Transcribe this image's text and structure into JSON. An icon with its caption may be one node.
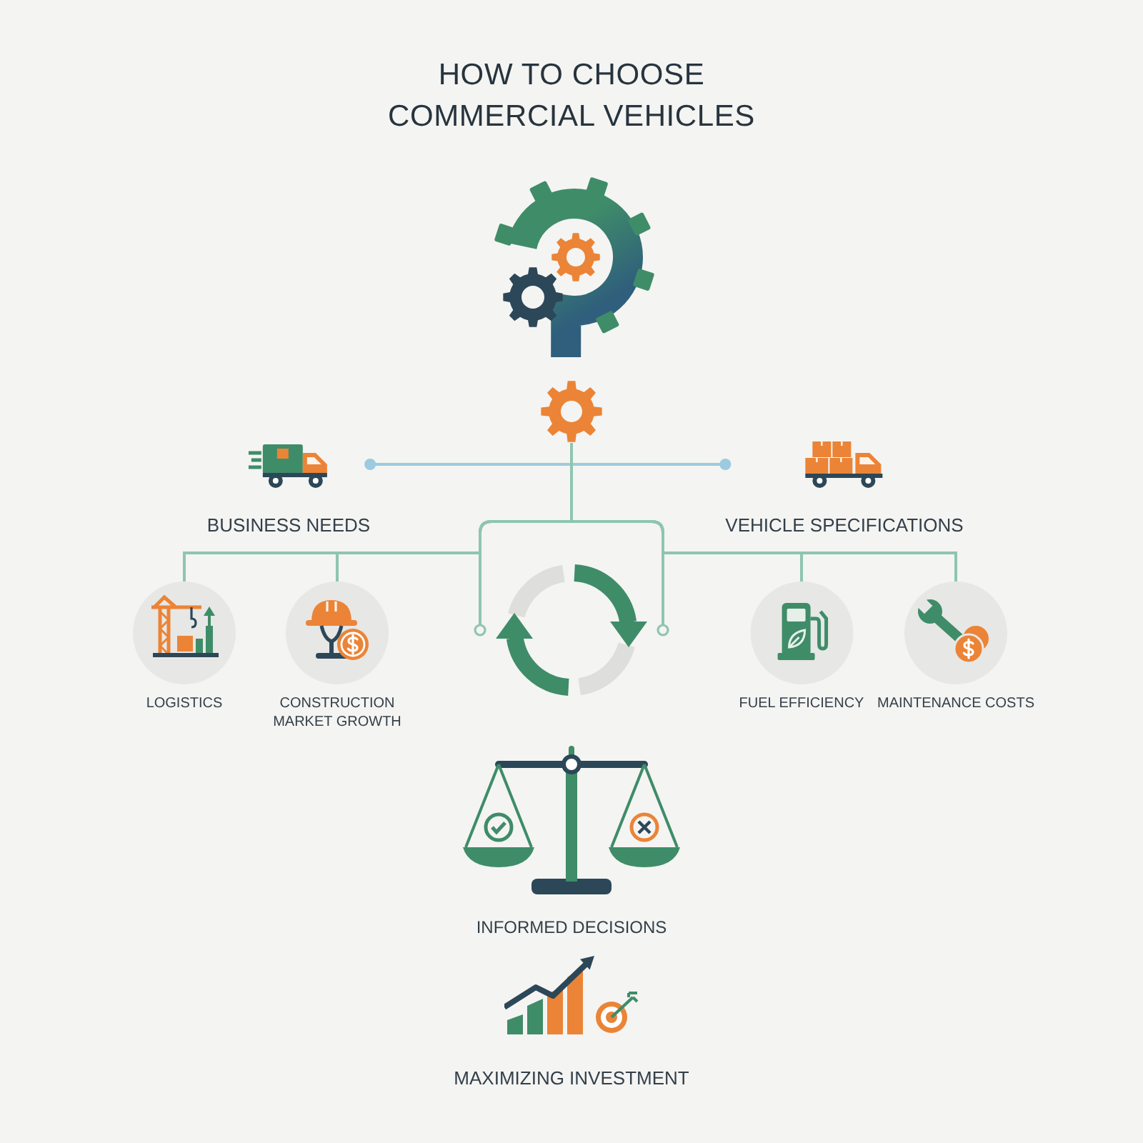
{
  "diagram": {
    "title": "HOW TO CHOOSE COMMERCIAL VEHICLES",
    "nodes": [
      {
        "text": [],
        "shape": "picture"
      },
      {
        "text": [
          "BUSINESS NEEDS"
        ]
      },
      {
        "text": [
          "VEHICLE SPECIFICATIONS"
        ]
      },
      {
        "text": [
          "LOGISTICS"
        ]
      },
      {
        "text": [
          "CONSTRUCTION MARKET GROWTH"
        ]
      },
      {
        "text": [],
        "shape": "picture"
      },
      {
        "text": [
          "FUEL EFFICIENCY"
        ]
      },
      {
        "text": [
          "MAINTENANCE COSTS"
        ]
      }
    ],
    "edges": [
      {
        "from": 1,
        "to": 2,
        "arrow": "other",
        "color": "#9ccae0"
      },
      {
        "from": 0,
        "to": 3,
        "arrow": "none"
      },
      {
        "from": 0,
        "to": 4,
        "arrow": "none"
      },
      {
        "from": 0,
        "to": 5,
        "arrow": "other"
      },
      {
        "from": 0,
        "to": 5,
        "arrow": "other"
      },
      {
        "from": 0,
        "to": 6,
        "arrow": "none"
      },
      {
        "from": 0,
        "to": 7,
        "arrow": "none"
      }
    ],
    "labels": [
      "INFORMED DECISIONS",
      "MAXIMIZING INVESTMENT"
    ]
  }
}
